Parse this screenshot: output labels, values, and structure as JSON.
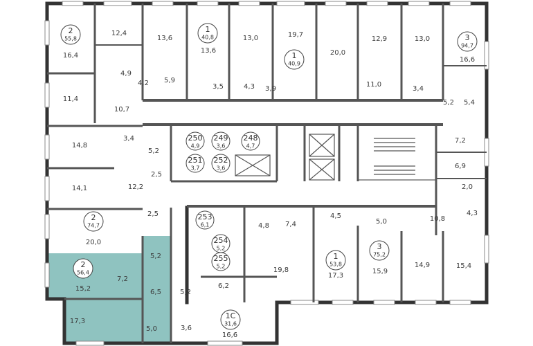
{
  "colors": {
    "highlight": "#8fc3c0",
    "wall": "#333333",
    "background": "#ffffff"
  },
  "apartments": [
    {
      "rooms": "2",
      "area": "55,8"
    },
    {
      "rooms": "1",
      "area": "40,8"
    },
    {
      "rooms": "1",
      "area": "40,9"
    },
    {
      "rooms": "3",
      "area": "94,7"
    },
    {
      "rooms": "2",
      "area": "74,7"
    },
    {
      "rooms": "2",
      "area": "56,4"
    },
    {
      "rooms": "1",
      "area": "53,8"
    },
    {
      "rooms": "3",
      "area": "75,2"
    },
    {
      "rooms": "1С",
      "area": "31,6"
    }
  ],
  "storages": [
    {
      "number": "250",
      "area": "4,9"
    },
    {
      "number": "249",
      "area": "3,6"
    },
    {
      "number": "248",
      "area": "4,7"
    },
    {
      "number": "251",
      "area": "3,7"
    },
    {
      "number": "252",
      "area": "3,6"
    },
    {
      "number": "253",
      "area": "6,1"
    },
    {
      "number": "254",
      "area": "5,2"
    },
    {
      "number": "255",
      "area": "5,2"
    }
  ],
  "rooms": [
    "16,4",
    "12,4",
    "13,6",
    "13,6",
    "13,0",
    "19,7",
    "20,0",
    "12,9",
    "13,0",
    "16,6",
    "4,9",
    "4,2",
    "5,9",
    "3,5",
    "4,3",
    "3,9",
    "11,0",
    "3,4",
    "5,2",
    "5,4",
    "11,4",
    "10,7",
    "14,8",
    "3,4",
    "5,2",
    "2,5",
    "12,2",
    "14,1",
    "7,2",
    "6,9",
    "2,0",
    "4,3",
    "2,5",
    "20,0",
    "4,8",
    "7,4",
    "4,5",
    "5,0",
    "10,8",
    "5,2",
    "15,2",
    "7,2",
    "6,5",
    "17,3",
    "5,0",
    "5,2",
    "6,2",
    "3,6",
    "16,6",
    "19,8",
    "17,3",
    "15,9",
    "14,9",
    "15,4"
  ]
}
